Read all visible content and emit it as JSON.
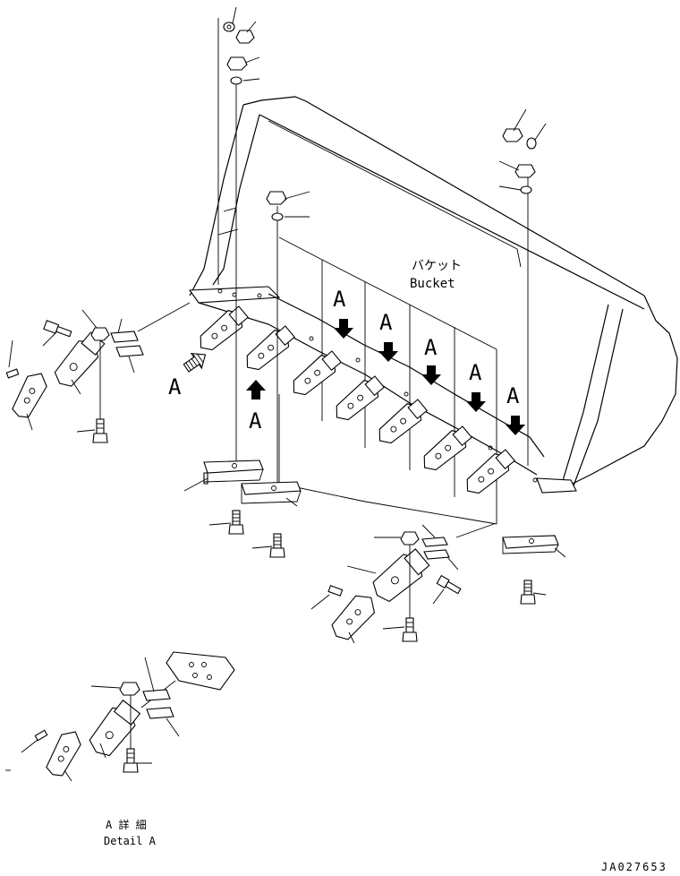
{
  "bucket_label_jp": "バケット",
  "bucket_label_en": "Bucket",
  "view_letter": "A",
  "detail_label_jp": "A 詳 細",
  "detail_label_en": "Detail A",
  "drawing_number": "JA027653"
}
